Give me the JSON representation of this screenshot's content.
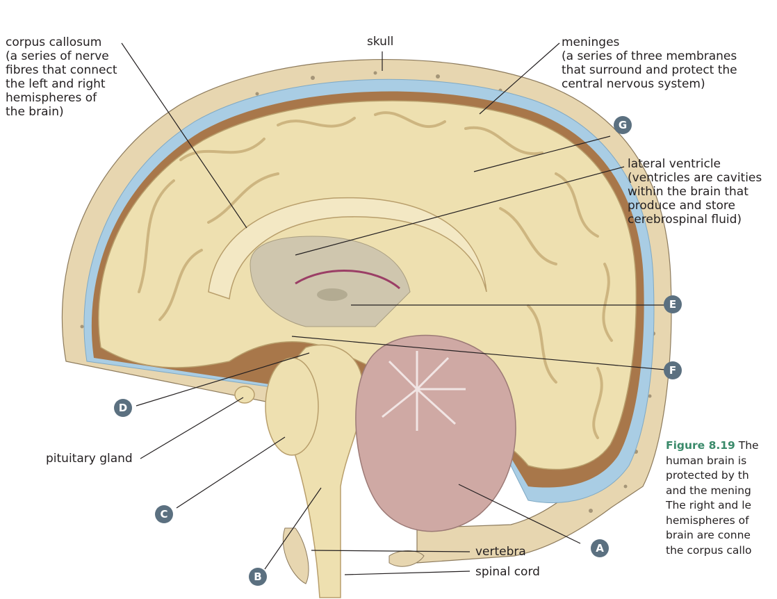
{
  "labels": {
    "corpus_callosum": [
      "corpus callosum",
      "(a series of nerve",
      "fibres that connect",
      "the left and right",
      "hemispheres of",
      "the brain)"
    ],
    "skull": "skull",
    "meninges": [
      "meninges",
      "(a series of three membranes",
      "that surround and protect the",
      "central nervous system)"
    ],
    "lateral_ventricle": [
      "lateral ventricle",
      "(ventricles are cavities",
      "within the brain that",
      "produce and store",
      "cerebrospinal fluid)"
    ],
    "pituitary_gland": "pituitary gland",
    "vertebra": "vertebra",
    "spinal_cord": "spinal cord"
  },
  "markers": {
    "A": "A",
    "B": "B",
    "C": "C",
    "D": "D",
    "E": "E",
    "F": "F",
    "G": "G"
  },
  "caption": {
    "figure_number": "Figure 8.19",
    "lines": [
      "The",
      "human brain is",
      "protected by th",
      "and the mening",
      "The right and le",
      "hemispheres of",
      "brain are conne",
      "the corpus callo"
    ]
  },
  "colors": {
    "brain": "#eee0b0",
    "skull": "#e7d6b0",
    "meninges": "#a9cde4",
    "ventricle": "#cfc6ae",
    "cerebellum": "#cfa9a4",
    "marker": "#5b7080",
    "caption_accent": "#3a8a6a"
  }
}
